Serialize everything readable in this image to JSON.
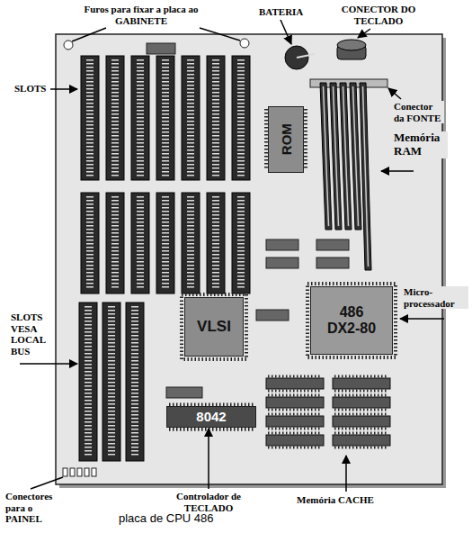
{
  "diagram": {
    "caption": "placa de CPU 486",
    "nodes": [
      {
        "text": [
          "ROM"
        ]
      },
      {
        "text": [
          "VLSI"
        ]
      },
      {
        "text": [
          "486 DX2-80"
        ]
      },
      {
        "text": [
          "8042"
        ]
      }
    ],
    "labels": [
      "Furos para fixar a placa ao GABINETE",
      "BATERIA",
      "CONECTOR DO TECLADO",
      "SLOTS",
      "Conector da FONTE",
      "Memória RAM",
      "Micro- processador",
      "SLOTS VESA LOCAL BUS",
      "Conectores para o PAINEL",
      "Controlador de TECLADO",
      "Memória CACHE"
    ]
  }
}
